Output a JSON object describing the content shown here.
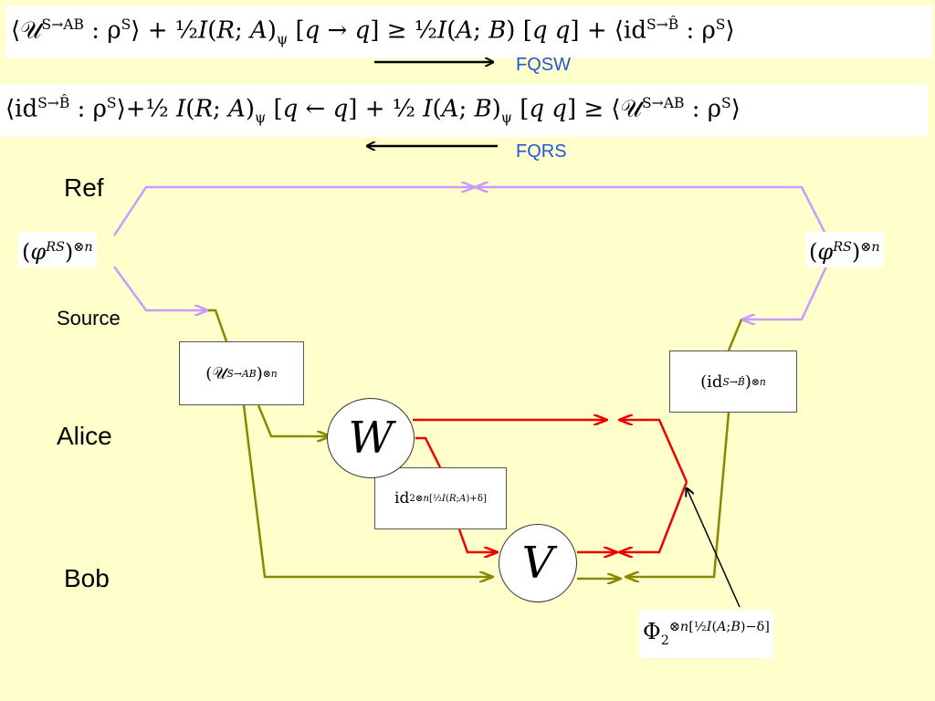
{
  "equations": {
    "line1": "⟨𝒰^{S→AB} : ρ^S⟩ + ½I(R; A)_ψ [q → q] ≥ ½I(A; B) [q q] + ⟨id^{S→B̂} : ρ^S⟩",
    "line2": "⟨id^{S→B̂} : ρ^S⟩+½ I(R; A)_ψ [q ← q] + ½ I(A; B)_ψ [q q] ≥ ⟨𝒰^{S→AB} : ρ^S⟩"
  },
  "arrow_labels": {
    "forward": "FQSW",
    "backward": "FQRS"
  },
  "parties": {
    "ref": "Ref",
    "source": "Source",
    "alice": "Alice",
    "bob": "Bob"
  },
  "states": {
    "left": "(φ^{RS})^{⊗n}",
    "right": "(φ^{RS})^{⊗n}"
  },
  "boxes": {
    "encoder": "(𝒰^{S→AB})^{⊗n}",
    "identity": "(id^{S→B̂})^{⊗n}",
    "channel": "id_2^{⊗n[½I(R;A)+δ]}",
    "ebits": "Φ_2^{⊗n[½I(A;B)−δ]}"
  },
  "operators": {
    "w": "W",
    "v": "V"
  },
  "colors": {
    "background": "#FFFFCC",
    "ref_wire": "#CC99FF",
    "olive_wire": "#888800",
    "red_wire": "#EE0000",
    "label_blue": "#2255DD"
  }
}
